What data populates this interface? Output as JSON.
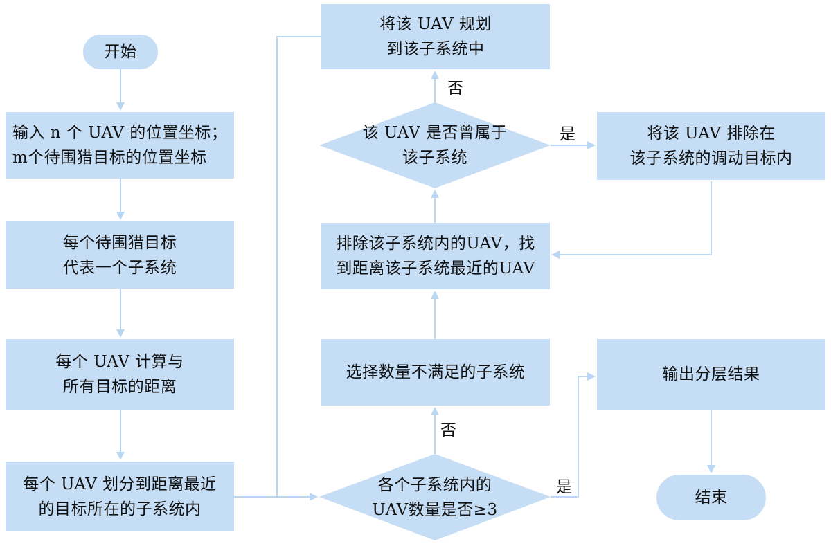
{
  "nodes": {
    "start": {
      "text": "开始"
    },
    "input": {
      "lines": [
        "输入 n 个 UAV 的位置坐标；",
        "m个待围猎目标的位置坐标"
      ]
    },
    "subsystem": {
      "lines": [
        "每个待围猎目标",
        "代表一个子系统"
      ]
    },
    "compute": {
      "lines": [
        "每个 UAV 计算与",
        "所有目标的距离"
      ]
    },
    "assign": {
      "lines": [
        "每个 UAV 划分到距离最近",
        "的目标所在的子系统内"
      ]
    },
    "check_count": {
      "lines": [
        "各个子系统内的",
        "UAV数量是否≥3"
      ]
    },
    "select": {
      "lines": [
        "选择数量不满足的子系统"
      ]
    },
    "exclude_find": {
      "lines": [
        "排除该子系统内的UAV，找",
        "到距离该子系统最近的UAV"
      ]
    },
    "check_belong": {
      "lines": [
        "该 UAV 是否曾属于",
        "该子系统"
      ]
    },
    "plan": {
      "lines": [
        "将该 UAV 规划",
        "到该子系统中"
      ]
    },
    "exclude_dispatch": {
      "lines": [
        "将该 UAV 排除在",
        "该子系统的调动目标内"
      ]
    },
    "output": {
      "lines": [
        "输出分层结果"
      ]
    },
    "end": {
      "text": "结束"
    }
  },
  "edge_labels": {
    "no_top": "否",
    "yes_right": "是",
    "no_bottom": "否",
    "yes_bottom": "是"
  },
  "colors": {
    "box_fill": "#c5def6",
    "arrow": "#b9d7f2",
    "text": "#111111"
  }
}
